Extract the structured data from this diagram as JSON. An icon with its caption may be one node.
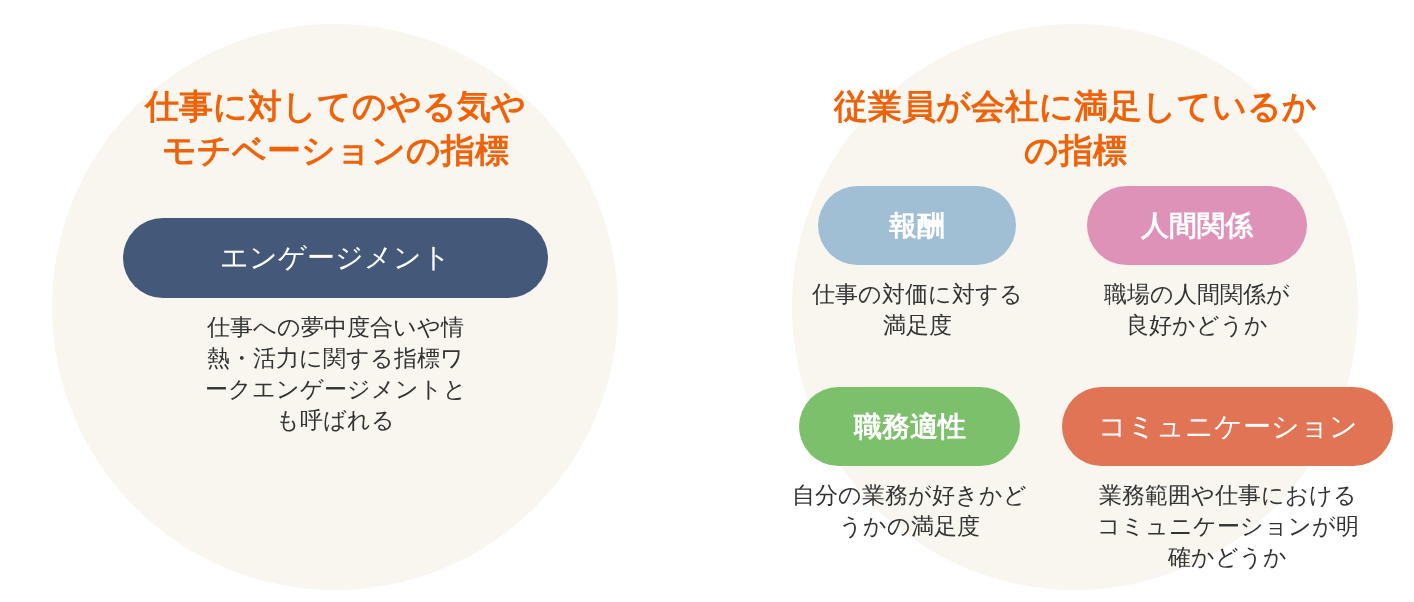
{
  "diagram": {
    "nodes": [
      {
        "text": [
          "仕事に対してのやる気やモチベーションの指標"
        ]
      },
      {
        "text": [
          "エンゲージメント"
        ],
        "in": 0,
        "beside": [
          "仕事への夢中度合いや情熱・活力に関する指標ワークエンゲージメントとも呼ばれる"
        ]
      },
      {
        "text": [
          "従業員が会社に満足しているかの指標"
        ]
      },
      {
        "text": [
          "報酬"
        ],
        "in": 2,
        "beside": [
          "仕事の対価に対する満足度"
        ]
      },
      {
        "text": [
          "人間関係"
        ],
        "in": 2,
        "beside": [
          "職場の人間関係が良好かどうか"
        ]
      },
      {
        "text": [
          "職務適性"
        ],
        "in": 2,
        "beside": [
          "自分の業務が好きかどうかの満足度"
        ]
      },
      {
        "text": [
          "コミュニケーション"
        ],
        "in": 2,
        "beside": [
          "業務範囲や仕事におけるコミュニケーションが明確かどうか"
        ]
      }
    ],
    "edges": []
  }
}
